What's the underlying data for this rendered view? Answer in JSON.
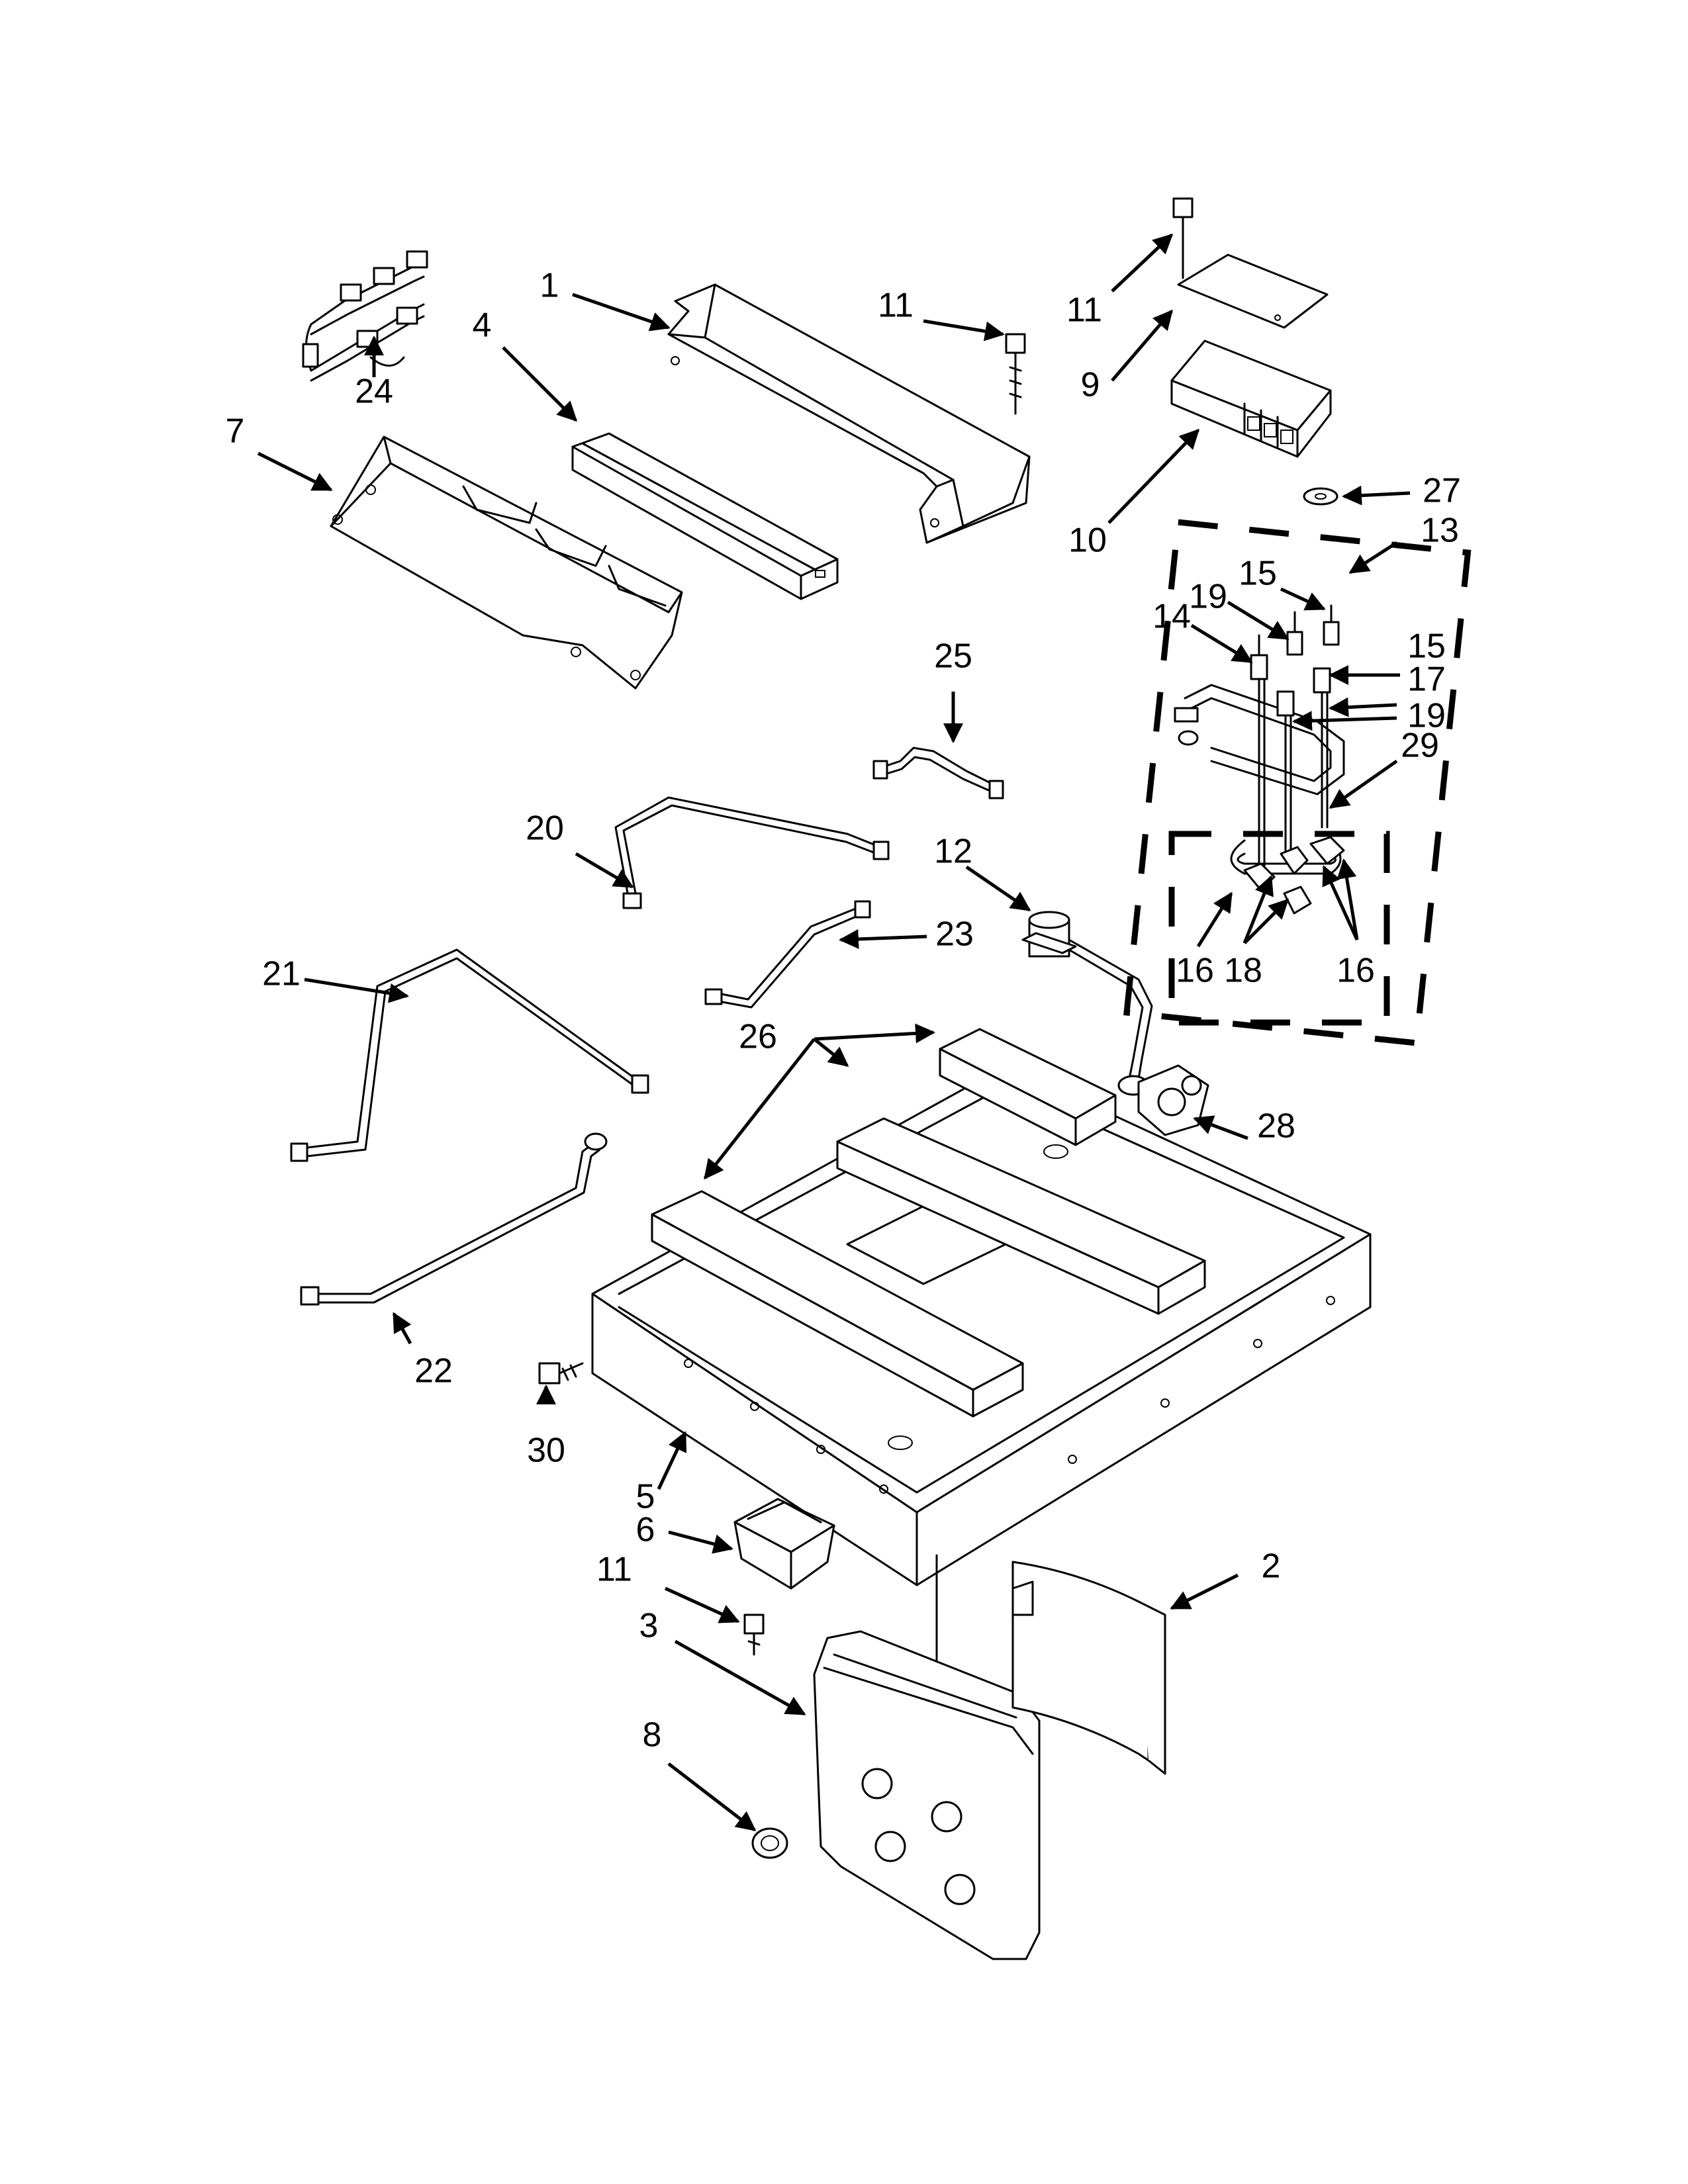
{
  "callouts": {
    "c1": "1",
    "c2": "2",
    "c3": "3",
    "c4": "4",
    "c5": "5",
    "c6": "6",
    "c7": "7",
    "c8": "8",
    "c9": "9",
    "c10": "10",
    "c11a": "11",
    "c11b": "11",
    "c11c": "11",
    "c12": "12",
    "c13": "13",
    "c14": "14",
    "c15a": "15",
    "c15b": "15",
    "c16a": "16",
    "c16b": "16",
    "c17": "17",
    "c18": "18",
    "c19a": "19",
    "c19b": "19",
    "c20": "20",
    "c21": "21",
    "c22": "22",
    "c23": "23",
    "c24": "24",
    "c25": "25",
    "c26": "26",
    "c27": "27",
    "c28": "28",
    "c29": "29",
    "c30": "30"
  }
}
